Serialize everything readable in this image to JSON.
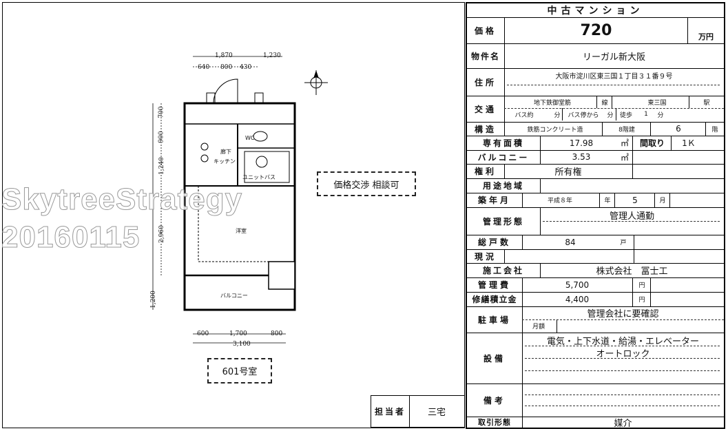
{
  "listing": {
    "type_title": "中古マンション",
    "price": {
      "label": "価格",
      "value": "720",
      "unit": "万円"
    },
    "property_name": {
      "label": "物件名",
      "value": "リーガル新大阪"
    },
    "address": {
      "label": "住所",
      "value": "大阪市淀川区東三国１丁目３１番９号"
    },
    "transport": {
      "label": "交通",
      "line": "地下鉄御堂筋",
      "line_suffix": "線",
      "station": "東三国",
      "station_suffix": "駅",
      "bus_label": "バス約",
      "bus_unit": "分",
      "from_bus_stop": "バス停から",
      "walk_label": "徒歩",
      "walk_minutes": "1",
      "walk_unit": "分"
    },
    "structure": {
      "label": "構造",
      "value": "鉄筋コンクリート造",
      "floors_label": "8階建",
      "floor": "6",
      "floor_unit": "階"
    },
    "area": {
      "label": "専有面積",
      "value": "17.98",
      "unit": "㎡",
      "layout_label": "間取り",
      "layout": "1Ｋ"
    },
    "balcony": {
      "label": "バルコニー",
      "value": "3.53",
      "unit": "㎡"
    },
    "rights": {
      "label": "権利",
      "value": "所有権"
    },
    "zoning": {
      "label": "用途地域",
      "value": ""
    },
    "built": {
      "label": "築年月",
      "era": "平成８年",
      "year_unit": "年",
      "month": "5",
      "month_unit": "月"
    },
    "management_form": {
      "label": "管理形態",
      "value": "管理人通勤"
    },
    "total_units": {
      "label": "総戸数",
      "value": "84",
      "unit": "戸"
    },
    "status": {
      "label": "現況",
      "value": ""
    },
    "builder": {
      "label": "施工会社",
      "value": "株式会社　冨士工"
    },
    "management_fee": {
      "label": "管理費",
      "value": "5,700",
      "unit": "円"
    },
    "repair_fund": {
      "label": "修繕積立金",
      "value": "4,400",
      "unit": "円"
    },
    "parking": {
      "label": "駐車場",
      "value": "管理会社に要確認",
      "monthly_label": "月額"
    },
    "facilities": {
      "label": "設備",
      "line1": "電気・上下水道・給湯・エレベーター",
      "line2": "オートロック"
    },
    "remarks": {
      "label": "備考",
      "value": ""
    },
    "transaction": {
      "label": "取引形態",
      "value": "媒介"
    }
  },
  "staff": {
    "label": "担当者",
    "value": "三宅"
  },
  "floorplan": {
    "price_note": "価格交渉 相談可",
    "room_number": "601号室",
    "dims_top": [
      "1,870",
      "1,230"
    ],
    "dims_top_sub": [
      "640",
      "800",
      "430"
    ],
    "dims_left": [
      "700",
      "900",
      "1,240",
      "2,960",
      "1,200"
    ],
    "dims_bottom": [
      "600",
      "1,700",
      "800"
    ],
    "dims_total": "3,100",
    "rooms": {
      "hall": "廊下",
      "kitchen": "キッチン",
      "bath": "ユニットバス",
      "main": "洋室",
      "balcony": "バルコニー",
      "wc": "WC"
    }
  },
  "watermark": {
    "line1": "SkytreeStrategy",
    "line2": "20160115"
  }
}
